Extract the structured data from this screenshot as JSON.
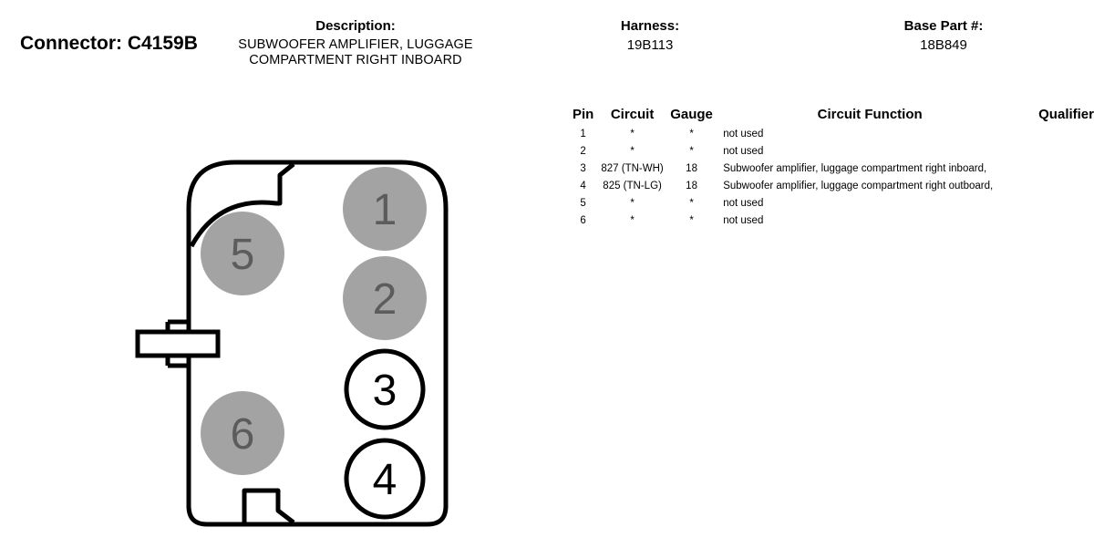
{
  "connector": {
    "label": "Connector: C4159B"
  },
  "header": {
    "description_title": "Description:",
    "description_value_line1": "SUBWOOFER AMPLIFIER, LUGGAGE",
    "description_value_line2": "COMPARTMENT RIGHT INBOARD",
    "harness_title": "Harness:",
    "harness_value": "19B113",
    "base_part_title": "Base Part #:",
    "base_part_value": "18B849"
  },
  "table": {
    "columns": {
      "pin": "Pin",
      "circuit": "Circuit",
      "gauge": "Gauge",
      "function": "Circuit Function",
      "qualifier": "Qualifier"
    },
    "rows": [
      {
        "pin": "1",
        "circuit": "*",
        "gauge": "*",
        "function": "not used",
        "qualifier": ""
      },
      {
        "pin": "2",
        "circuit": "*",
        "gauge": "*",
        "function": "not used",
        "qualifier": ""
      },
      {
        "pin": "3",
        "circuit": "827 (TN-WH)",
        "gauge": "18",
        "function": "Subwoofer amplifier, luggage compartment right inboard,",
        "qualifier": ""
      },
      {
        "pin": "4",
        "circuit": "825 (TN-LG)",
        "gauge": "18",
        "function": "Subwoofer amplifier, luggage compartment right outboard,",
        "qualifier": ""
      },
      {
        "pin": "5",
        "circuit": "*",
        "gauge": "*",
        "function": "not used",
        "qualifier": ""
      },
      {
        "pin": "6",
        "circuit": "*",
        "gauge": "*",
        "function": "not used",
        "qualifier": ""
      }
    ]
  },
  "diagram": {
    "cavities": [
      {
        "label": "1",
        "state": "unused"
      },
      {
        "label": "2",
        "state": "unused"
      },
      {
        "label": "3",
        "state": "used"
      },
      {
        "label": "4",
        "state": "used"
      },
      {
        "label": "5",
        "state": "unused"
      },
      {
        "label": "6",
        "state": "unused"
      }
    ],
    "colors": {
      "outline": "#000000",
      "unused_fill": "#a3a3a3",
      "unused_text": "#5c5c5c",
      "used_fill": "#ffffff",
      "used_text": "#000000"
    }
  }
}
